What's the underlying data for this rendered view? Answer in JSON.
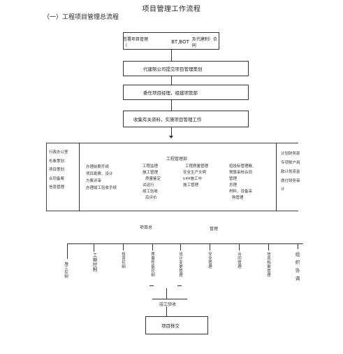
{
  "page": {
    "title": "项目管理工作流程",
    "subtitle": "（一）工程项目管理总流程"
  },
  "flow": {
    "step1_left": "签署项目管理（",
    "step1_mid": "BT,BOT",
    "step1_right": "及代建制）合同",
    "step2": "代建制公司提交项目管理策划",
    "step3": "委任项目经理，组建项管部",
    "step4": "收集有关资料，实施项目管理工作"
  },
  "left_panel": {
    "items": [
      "行政办公室",
      "形象策划",
      "项目策划",
      "合同备案",
      "信息管理"
    ]
  },
  "center_panel": {
    "title": "工程管理部",
    "col1": [
      "办理前期手续",
      "项目勘察、设计",
      "",
      "方案评审",
      "办理竣工验收手续"
    ],
    "col2": [
      "工程监理",
      "施工管理",
      "质量鉴定",
      "试运行",
      "竣工验收",
      "后评价"
    ],
    "col3": [
      "工程质量管理",
      "安全生产文明",
      "h¥¥施工中",
      "施工管理"
    ],
    "col4": [
      "招投标管理概、",
      "预算审核合同",
      "管理",
      "总理",
      "材料、设备采",
      "购管理"
    ]
  },
  "right_panel": {
    "items": [
      "计划财务部",
      "专项账户用",
      "款计划资金",
      "拨付财务审",
      "计"
    ]
  },
  "lower": {
    "label_left": "项目总",
    "label_right": "管理",
    "branches": [
      "施工控制",
      "工期控制",
      "投资控制",
      "质量性能控制",
      "设计变更管理",
      "安全管理",
      "合同管理",
      "信息档案管理",
      "组织协调"
    ],
    "completion": "竣工验收",
    "handover": "项目移交"
  }
}
